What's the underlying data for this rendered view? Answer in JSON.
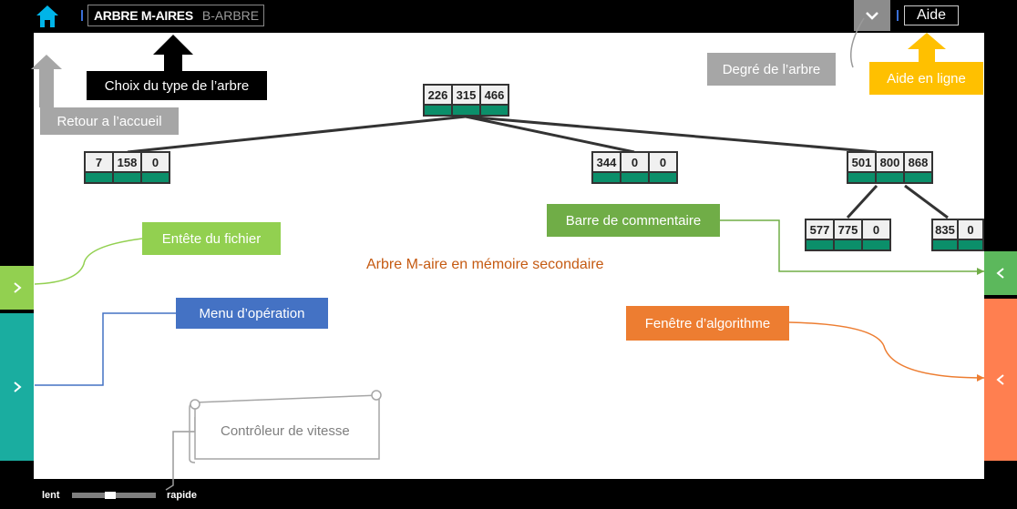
{
  "header": {
    "home_icon": "home-icon",
    "tree_type_active": "ARBRE M-AIRES",
    "tree_type_other": "B-ARBRE",
    "degree_icon": "chevron-down-icon",
    "help_label": "Aide"
  },
  "tree": {
    "root": [
      "226",
      "315",
      "466"
    ],
    "child_1": [
      "7",
      "158",
      "0"
    ],
    "child_2": [
      "344",
      "0",
      "0"
    ],
    "child_3": [
      "501",
      "800",
      "868"
    ],
    "grandchild_1": [
      "577",
      "775",
      "0"
    ],
    "grandchild_2": [
      "835",
      "0"
    ]
  },
  "annotations": {
    "type_choice": "Choix du type de l’arbre",
    "home_return": "Retour a l’accueil",
    "degree": "Degré de l’arbre",
    "online_help": "Aide en ligne",
    "file_header": "Entête du fichier",
    "comment_bar": "Barre de commentaire",
    "canvas_caption": "Arbre M-aire en mémoire secondaire",
    "operation_menu": "Menu d’opération",
    "algorithm_window": "Fenêtre d’algorithme",
    "speed_controller": "Contrôleur de vitesse"
  },
  "speed": {
    "slow_label": "lent",
    "fast_label": "rapide",
    "level": 0.45
  },
  "colors": {
    "pointer_green": "#0b8f6a",
    "home_cyan": "#00b4e8",
    "help_yellow": "#ffc000",
    "file_header_green": "#92d050",
    "comment_green": "#70ad47",
    "menu_blue": "#4472c4",
    "algo_orange": "#ed7d31",
    "menu_teal": "#1aada0"
  }
}
